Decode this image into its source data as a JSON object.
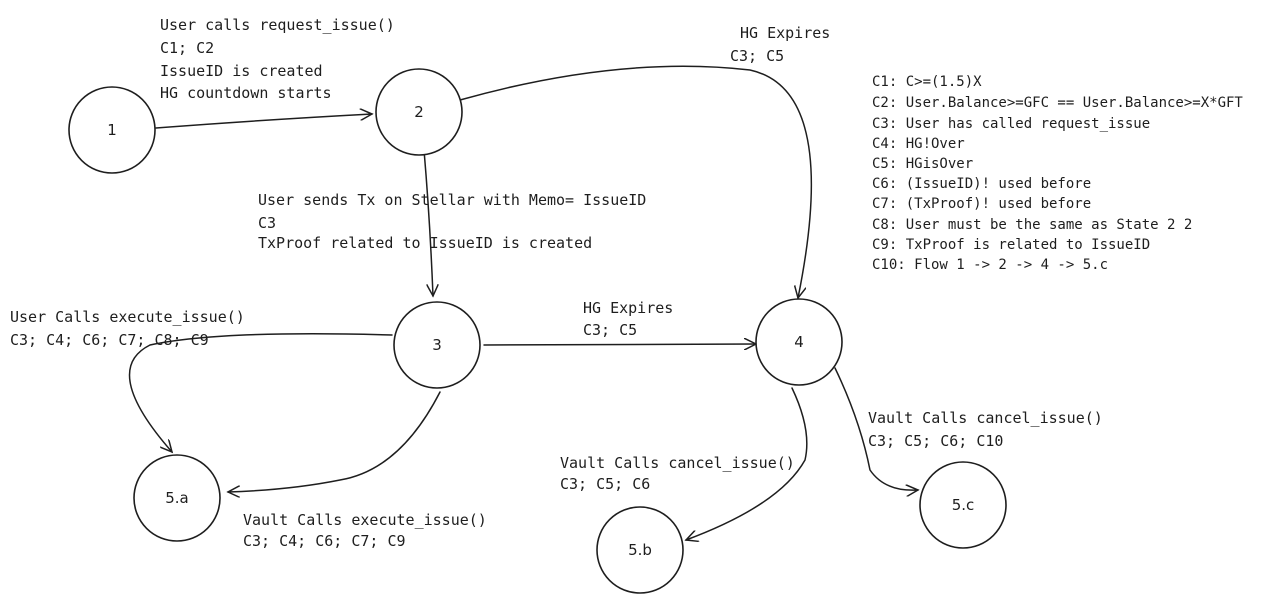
{
  "nodes": [
    {
      "id": "n1",
      "label": "1"
    },
    {
      "id": "n2",
      "label": "2"
    },
    {
      "id": "n3",
      "label": "3"
    },
    {
      "id": "n4",
      "label": "4"
    },
    {
      "id": "n5a",
      "label": "5.a"
    },
    {
      "id": "n5b",
      "label": "5.b"
    },
    {
      "id": "n5c",
      "label": "5.c"
    }
  ],
  "edge_labels": {
    "e12": [
      "User calls request_issue()",
      "C1; C2",
      "IssueID is created",
      "HG countdown starts"
    ],
    "e24": [
      "HG Expires",
      "C3; C5"
    ],
    "e23": [
      "User sends Tx on Stellar with Memo= IssueID",
      "C3",
      "TxProof related to IssueID is created"
    ],
    "e3_5a_user": [
      "User Calls execute_issue()",
      "C3; C4; C6; C7; C8; C9"
    ],
    "e34": [
      "HG Expires",
      "C3; C5"
    ],
    "e3_5a_vault": [
      "Vault Calls execute_issue()",
      "C3; C4; C6; C7; C9"
    ],
    "e4_5b": [
      "Vault Calls cancel_issue()",
      "C3; C5; C6"
    ],
    "e4_5c": [
      "Vault Calls cancel_issue()",
      "C3; C5; C6; C10"
    ]
  },
  "conditions": [
    "C1: C>=(1.5)X",
    "C2: User.Balance>=GFC == User.Balance>=X*GFT",
    "C3: User has called request_issue",
    "C4: HG!Over",
    "C5: HGisOver",
    "C6: (IssueID)! used before",
    "C7: (TxProof)! used before",
    "C8: User must be the same as State 2 2",
    "C9: TxProof is related to IssueID",
    "C10: Flow 1 -> 2 -> 4 -> 5.c"
  ],
  "colors": {
    "stroke": "#1e1e1e",
    "background": "#ffffff"
  }
}
